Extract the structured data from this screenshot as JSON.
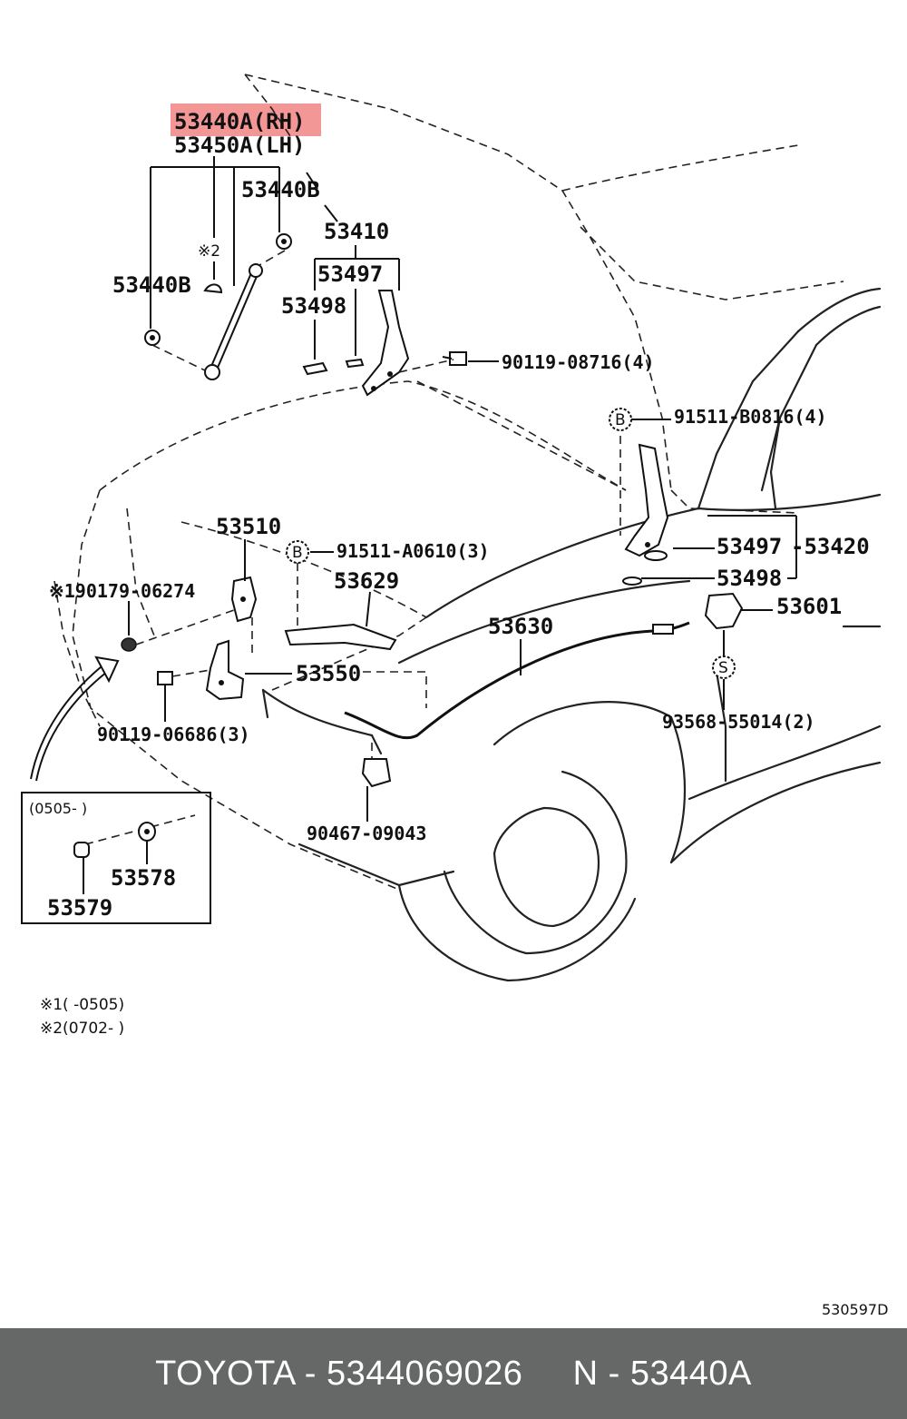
{
  "highlight_color": "#f28b8b",
  "labels": {
    "p53440a_rh": "53440A(RH)",
    "p53450a_lh": "53450A(LH)",
    "p53440b_top": "53440B",
    "p53410": "53410",
    "note2_marker": "※2",
    "p53440b_left": "53440B",
    "p53497_top": "53497",
    "p53498_top": "53498",
    "p90119_08716": "90119-08716(4)",
    "circle_b1": "B",
    "p91511_b0816": "91511-B0816(4)",
    "p53510": "53510",
    "circle_b2": "B",
    "p91511_a0610": "91511-A0610(3)",
    "p53629": "53629",
    "p90179_06274": "※190179-06274",
    "p53497_right": "53497",
    "p53420": "-53420",
    "p53498_right": "53498",
    "p53601": "53601",
    "p53630": "53630",
    "p53550": "53550",
    "circle_s": "S",
    "p93568_55014": "93568-55014(2)",
    "p90119_06686": "90119-06686(3)",
    "p90467_09043": "90467-09043",
    "inset_range": "(0505-      )",
    "p53578": "53578",
    "p53579": "53579"
  },
  "notes": {
    "note1": "※1(      -0505)",
    "note2": "※2(0702-      )"
  },
  "diagram_code": "530597D",
  "footer": {
    "left": "TOYOTA - 5344069026",
    "right": "N - 53440A"
  }
}
